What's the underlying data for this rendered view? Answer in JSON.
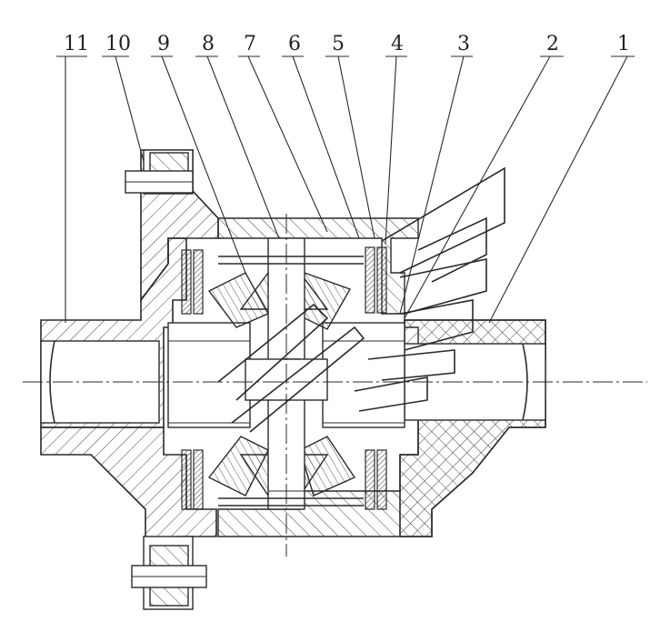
{
  "part_labels": [
    "11",
    "10",
    "9",
    "8",
    "7",
    "6",
    "5",
    "4",
    "3",
    "2",
    "1"
  ]
}
